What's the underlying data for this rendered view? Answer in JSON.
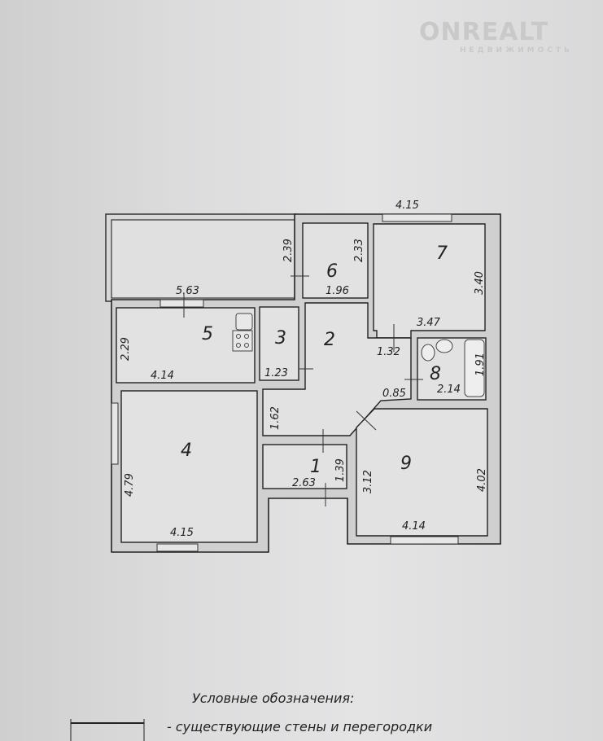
{
  "watermark": {
    "brand": "ONREALT",
    "sub": "НЕДВИЖИМОСТЬ"
  },
  "rooms": {
    "r1": "1",
    "r2": "2",
    "r3": "3",
    "r4": "4",
    "r5": "5",
    "r6": "6",
    "r7": "7",
    "r8": "8",
    "r9": "9"
  },
  "dimensions": {
    "top_415": "4.15",
    "balcony_239": "2.39",
    "r6_233": "2.33",
    "r6_196": "1.96",
    "r7_340": "3.40",
    "r7_347": "3.47",
    "r5_563": "5.63",
    "r5_229": "2.29",
    "r5_414": "4.14",
    "r3_123": "1.23",
    "r2_132": "1.32",
    "r8_191": "1.91",
    "r8_214": "2.14",
    "r2_085": "0.85",
    "corr_162": "1.62",
    "r4_479": "4.79",
    "r4_415": "4.15",
    "r1_139": "1.39",
    "r1_263": "2.63",
    "r9_312": "3.12",
    "r9_402": "4.02",
    "r9_414": "4.14"
  },
  "legend": {
    "title": "Условные обозначения:",
    "walls": "- существующие стены и перегородки"
  }
}
